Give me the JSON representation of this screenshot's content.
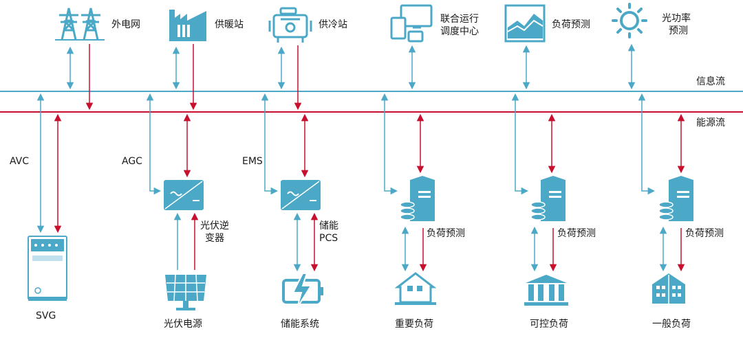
{
  "top_nodes": [
    {
      "name": "外电网"
    },
    {
      "name": "供暖站"
    },
    {
      "name": "供冷站"
    },
    {
      "name": "联合运行\n调度中心",
      "line1": "联合运行",
      "line2": "调度中心"
    },
    {
      "name": "负荷预测"
    },
    {
      "name": "光功率\n预测",
      "line1": "光功率",
      "line2": "预测"
    }
  ],
  "buses": {
    "info": "信息流",
    "energy": "能源流"
  },
  "controls": {
    "avc": "AVC",
    "agc": "AGC",
    "ems": "EMS"
  },
  "devices": {
    "inverter": {
      "line1": "光伏逆",
      "line2": "变器"
    },
    "pcs": {
      "line1": "储能",
      "line2": "PCS"
    },
    "load_forecast": "负荷预测"
  },
  "bottom_nodes": [
    "SVG",
    "光伏电源",
    "储能系统",
    "重要负荷",
    "可控负荷",
    "一般负荷"
  ],
  "colors": {
    "info": "#4ba8c6",
    "energy": "#c8102e",
    "icon": "#4ba8c6"
  }
}
